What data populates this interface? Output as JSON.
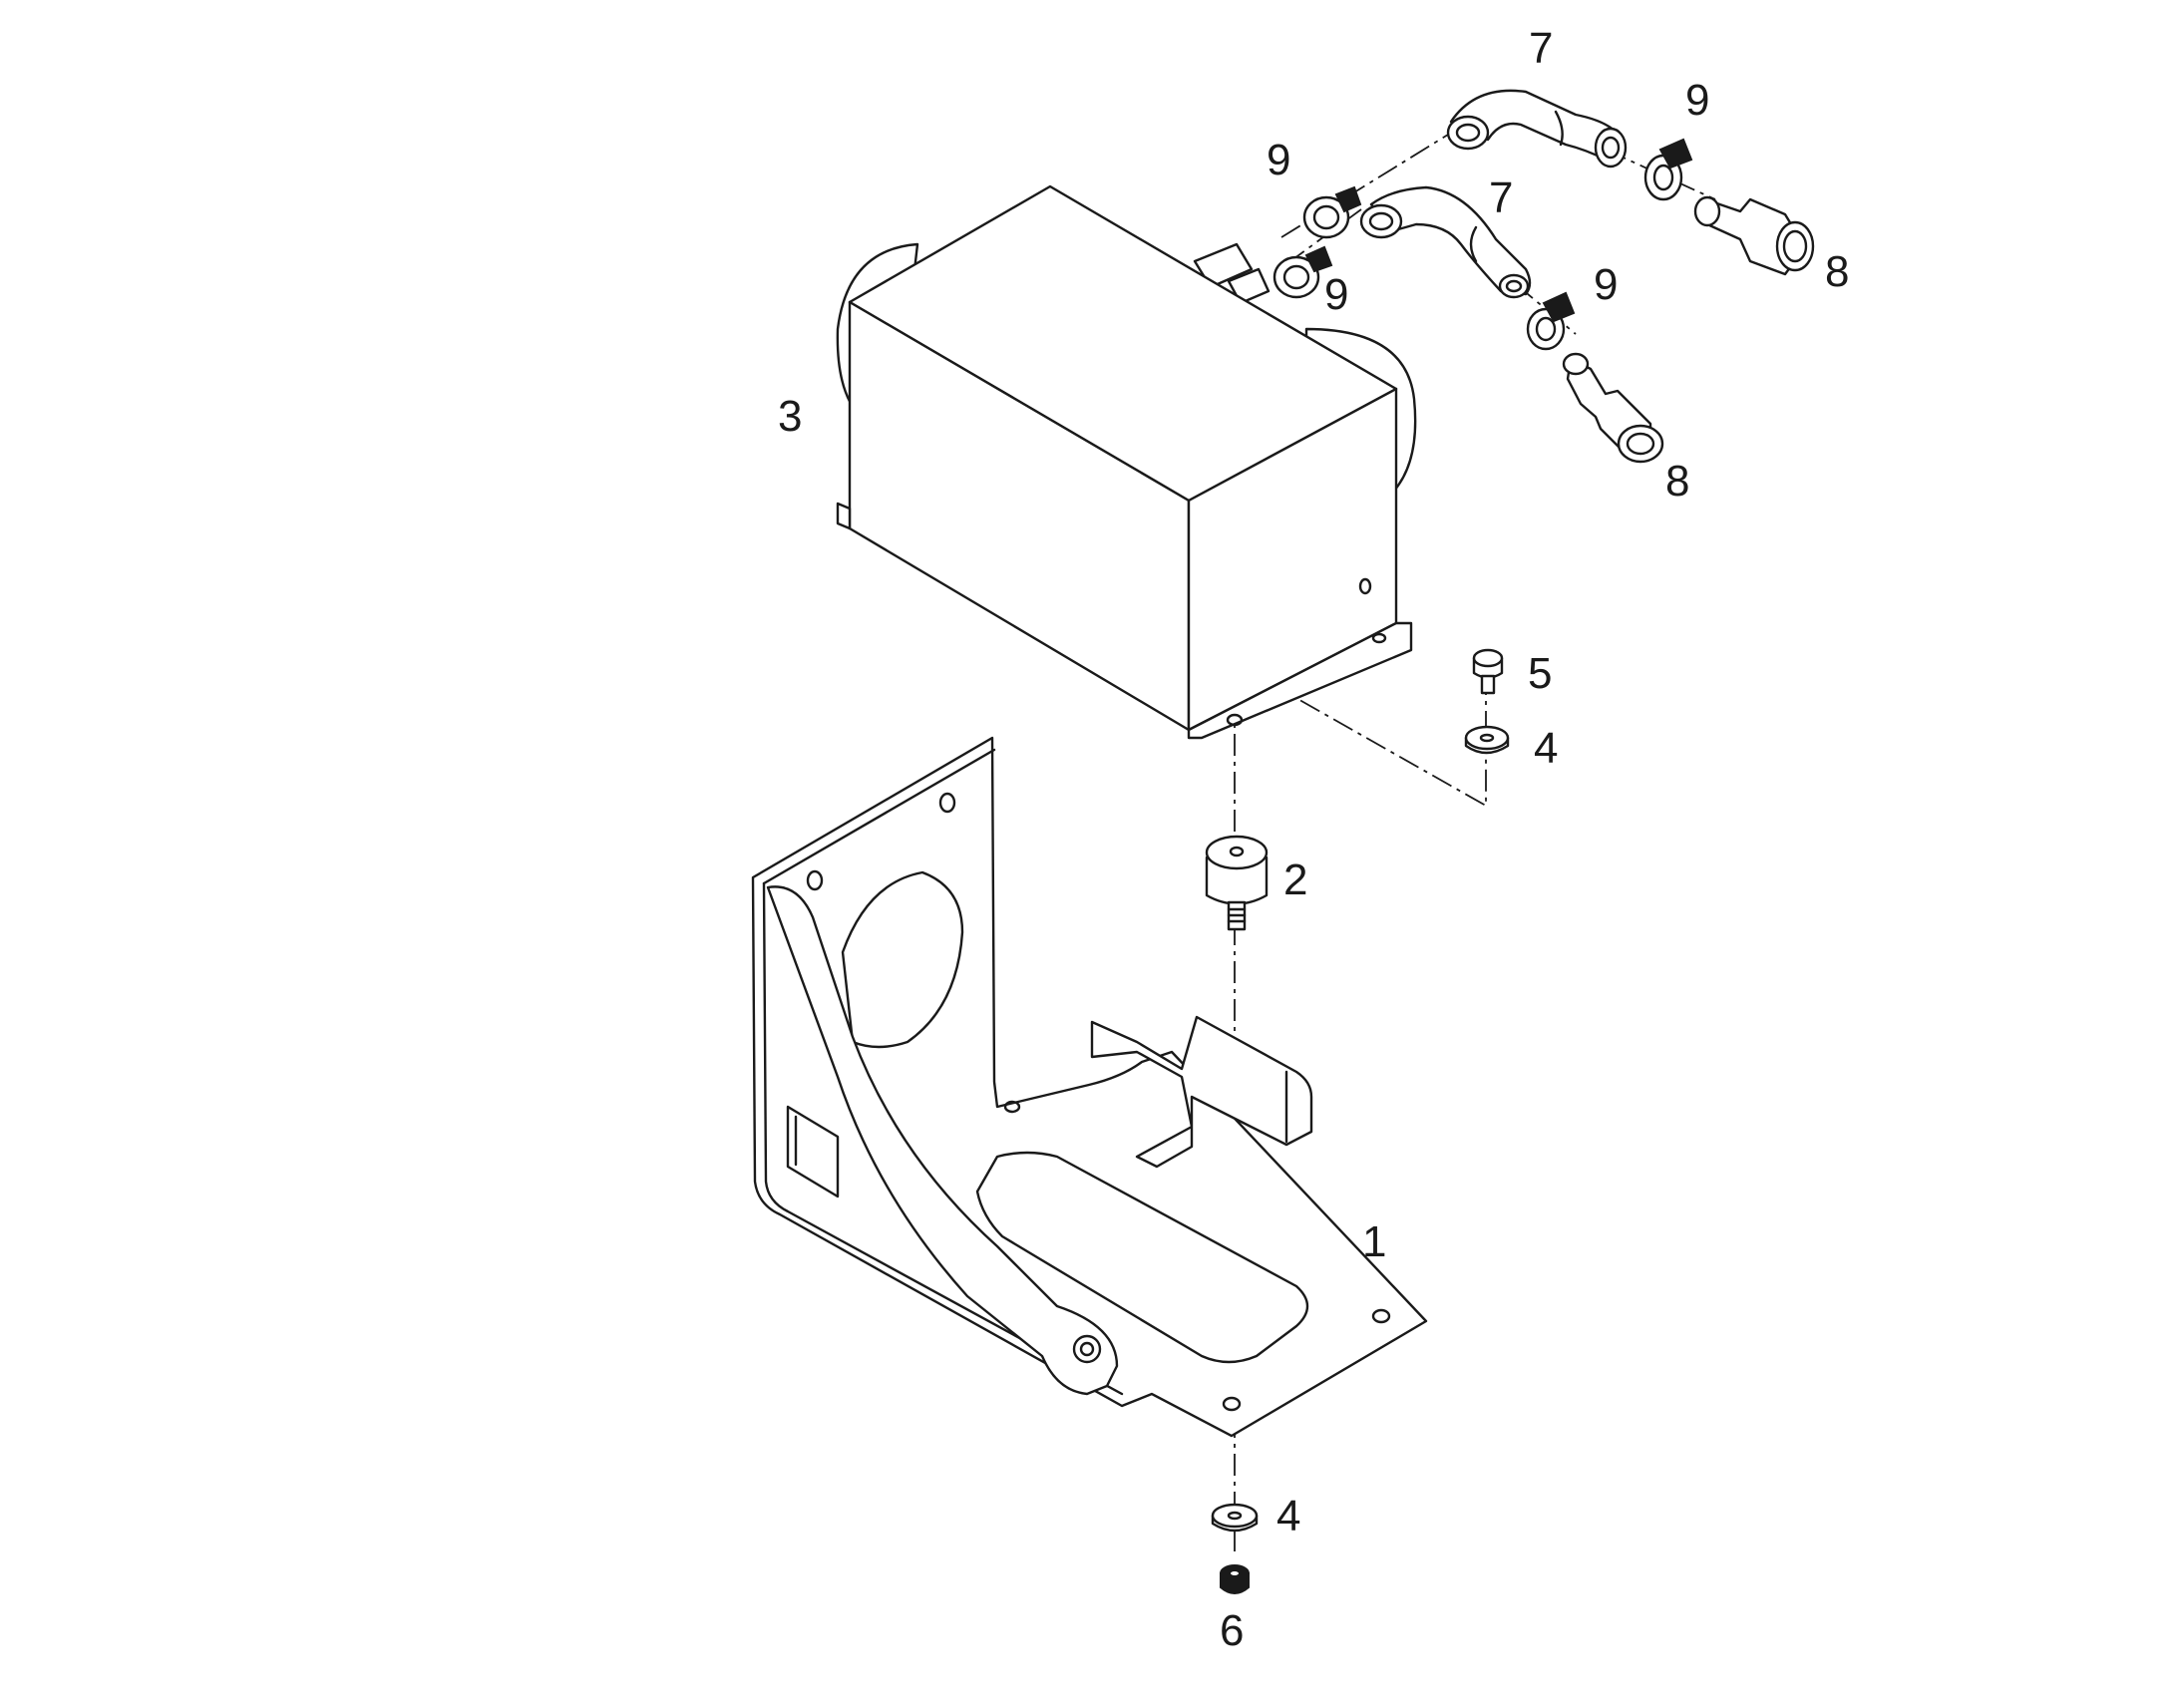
{
  "callouts": [
    {
      "id": "c1",
      "text": "1"
    },
    {
      "id": "c2",
      "text": "2"
    },
    {
      "id": "c3",
      "text": "3"
    },
    {
      "id": "c4a",
      "text": "4"
    },
    {
      "id": "c4b",
      "text": "4"
    },
    {
      "id": "c5",
      "text": "5"
    },
    {
      "id": "c6",
      "text": "6"
    },
    {
      "id": "c7a",
      "text": "7"
    },
    {
      "id": "c7b",
      "text": "7"
    },
    {
      "id": "c8a",
      "text": "8"
    },
    {
      "id": "c8b",
      "text": "8"
    },
    {
      "id": "c9a",
      "text": "9"
    },
    {
      "id": "c9b",
      "text": "9"
    },
    {
      "id": "c9c",
      "text": "9"
    },
    {
      "id": "c9d",
      "text": "9"
    }
  ]
}
